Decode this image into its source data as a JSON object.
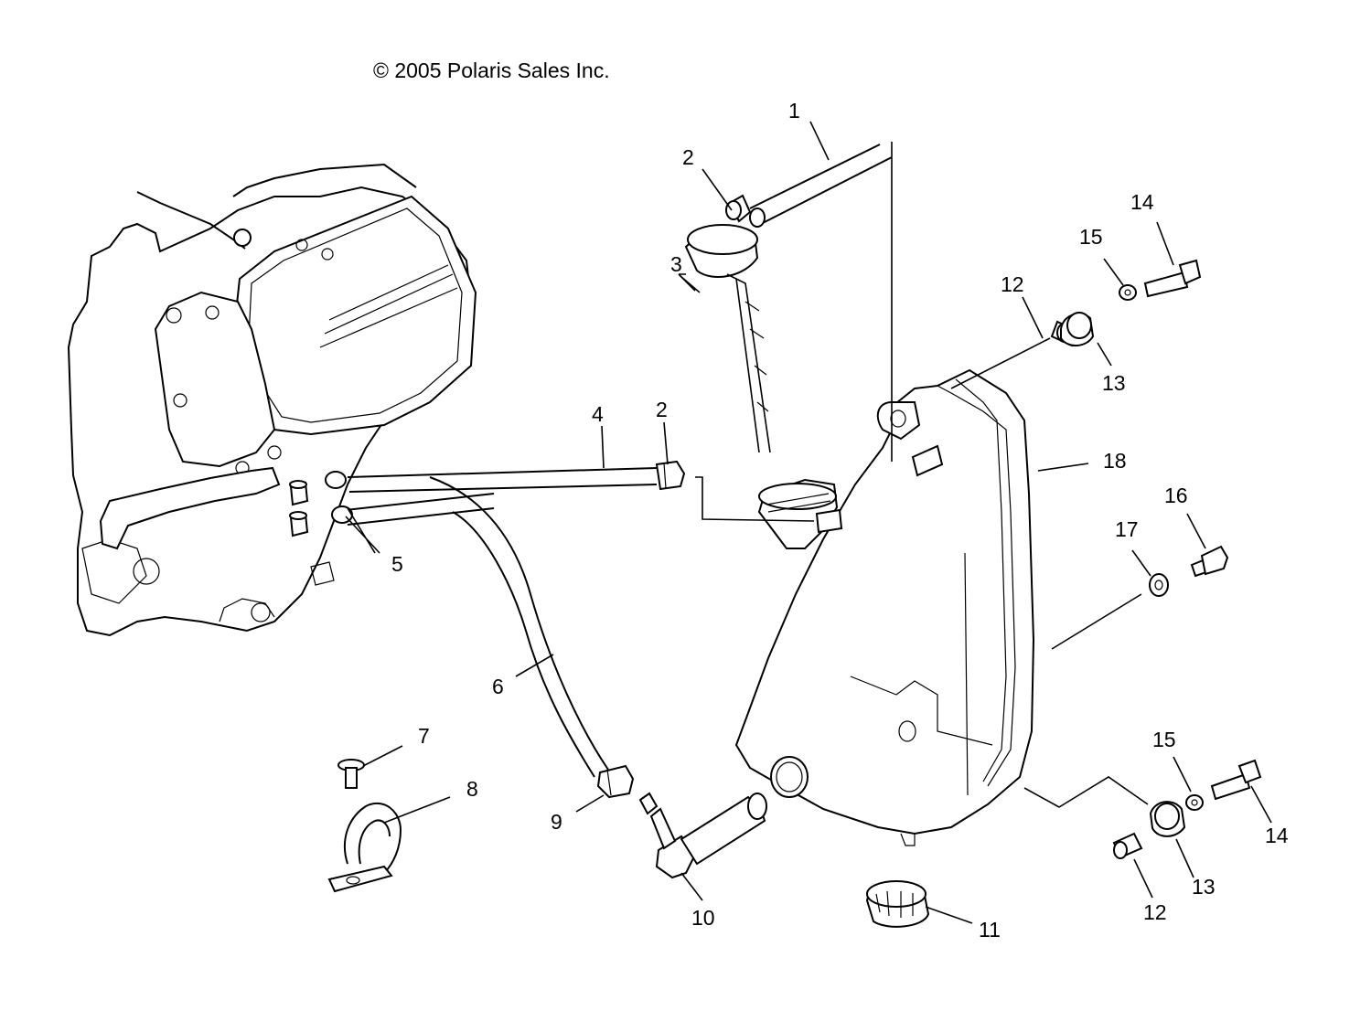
{
  "copyright": "© 2005 Polaris Sales Inc.",
  "callouts": [
    "1",
    "2",
    "3",
    "4",
    "2",
    "5",
    "6",
    "7",
    "8",
    "9",
    "10",
    "11",
    "12",
    "13",
    "14",
    "15",
    "12",
    "13",
    "14",
    "15",
    "16",
    "17",
    "18"
  ]
}
